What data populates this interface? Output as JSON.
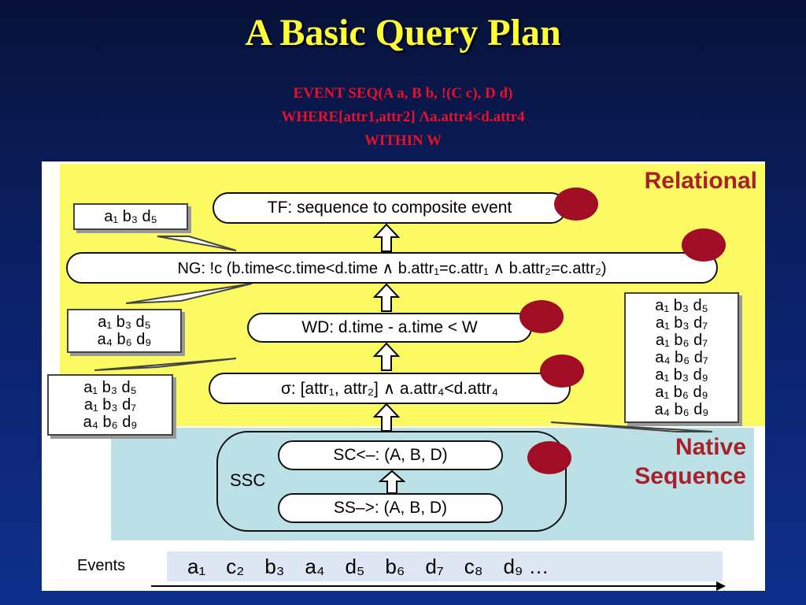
{
  "slide": {
    "title": "A Basic Query Plan",
    "query_lines": [
      "EVENT SEQ(A a, B b, !(C c), D d)",
      "WHERE[attr1,attr2] Λa.attr4<d.attr4",
      "WITHIN W"
    ]
  },
  "zones": {
    "relational_label": "Relational",
    "native_label_line1": "Native",
    "native_label_line2": "Sequence"
  },
  "operators": {
    "tf": "TF: sequence to composite event",
    "ng": "NG: !c (b.time<c.time<d.time ∧ b.attr₁=c.attr₁ ∧ b.attr₂=c.attr₂)",
    "wd": "WD: d.time - a.time < W",
    "sigma": "σ: [attr₁, attr₂] ∧ a.attr₄<d.attr₄",
    "sc": "SC<–: (A, B, D)",
    "ss": "SS–>: (A, B, D)",
    "ssc": "SSC"
  },
  "tuple_boxes": {
    "after_ng": [
      "a₁ b₃ d₅"
    ],
    "after_wd": [
      "a₁ b₃ d₅",
      "a₄ b₆ d₉"
    ],
    "after_sigma": [
      "a₁ b₃ d₅",
      "a₁ b₃ d₇",
      "a₄ b₆ d₉"
    ],
    "after_native": [
      "a₁ b₃ d₅",
      "a₁ b₃ d₇",
      "a₁ b₆ d₇",
      "a₄ b₆ d₇",
      "a₁ b₃ d₉",
      "a₁ b₆ d₉",
      "a₄ b₆ d₉"
    ]
  },
  "events": {
    "label": "Events",
    "stream": [
      "a₁",
      "c₂",
      "b₃",
      "a₄",
      "d₅",
      "b₆",
      "d₇",
      "c₈",
      "d₉ …"
    ]
  },
  "colors": {
    "title": "#ffff33",
    "query_text": "#e8102a",
    "relational_zone": "#fbfa62",
    "native_zone": "#bbe1e7",
    "marker_dot": "#a00d25",
    "zone_label": "#a8202a"
  }
}
